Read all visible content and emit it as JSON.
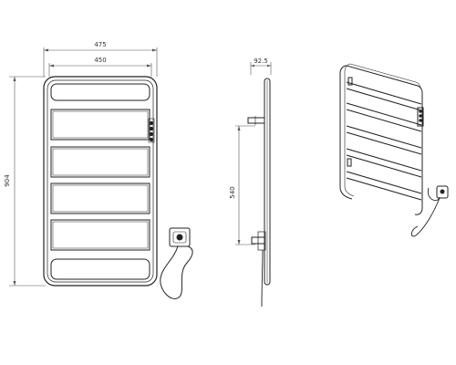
{
  "drawing": {
    "front_view": {
      "overall_width": "475",
      "inner_width": "450",
      "height": "904"
    },
    "side_view": {
      "depth": "92.5",
      "mount_spacing": "540"
    },
    "colors": {
      "line": "#222222",
      "dimension": "#555555",
      "background": "#ffffff"
    }
  }
}
